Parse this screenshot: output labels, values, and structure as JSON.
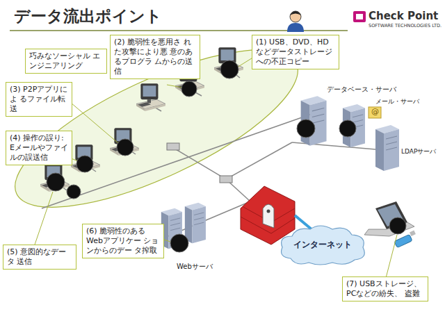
{
  "diagram": {
    "title": "データ流出ポイント",
    "nodes": [
      {
        "text": [
          "巧みなソーシャル エンジニアリング"
        ]
      },
      {
        "text": [
          "(2) 脆弱性を悪用さ れた攻撃により悪 意のあるプログラ ムからの送信"
        ]
      },
      {
        "text": [
          "(1) USB、DVD、HD などデータストレージ への不正コピー"
        ]
      },
      {
        "text": [
          "(3) P2Pアプリによ るファイル転送"
        ]
      },
      {
        "text": [
          "(4) 操作の誤り: Eメールやファイ ルの誤送信"
        ]
      },
      {
        "text": [
          "(6) 脆弱性のある Webアプリケー ションからのデー タ搾取"
        ]
      },
      {
        "text": [
          "(5) 意図的なデータ 送信"
        ]
      },
      {
        "text": [
          "インターネット"
        ]
      },
      {
        "text": [
          "(7) USBストレージ、 PCなどの紛失、 盗難"
        ]
      }
    ],
    "labels": [
      "Check Point",
      "SOFTWARE TECHNOLOGIES LTD.",
      "データベース・サーバ",
      "メール・サーバ",
      "@",
      "LDAPサーバ",
      "Webサーバ"
    ]
  }
}
